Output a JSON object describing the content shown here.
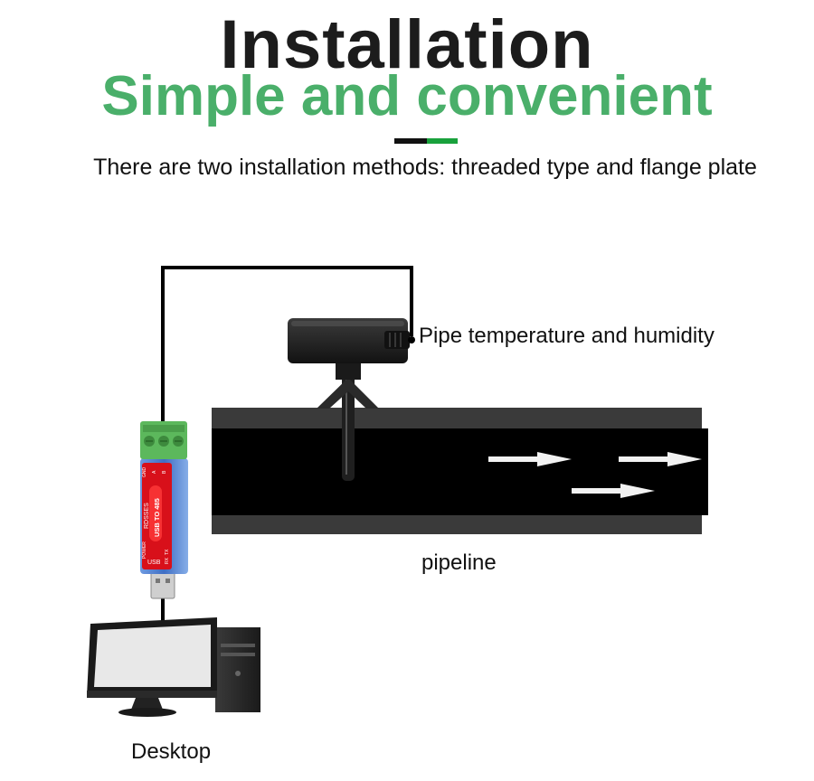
{
  "header": {
    "title": "Installation",
    "subtitle": "Simple and convenient",
    "description": "There are two installation methods: threaded type and flange plate"
  },
  "labels": {
    "sensor": "Pipe temperature and humidity",
    "pipeline": "pipeline",
    "desktop": "Desktop"
  },
  "converter": {
    "brand": "RDSSES",
    "model": "USB TO 485",
    "port": "USB",
    "led_power": "POWER",
    "led_tx": "TX",
    "led_rx": "RX",
    "pins": [
      "GND",
      "A",
      "B"
    ]
  },
  "colors": {
    "title": "#1c1c1c",
    "subtitle_green": "#4aaf6a",
    "divider_black": "#111111",
    "divider_green": "#19a13c",
    "pipe": "#000000",
    "pipe_wall": "#3a3a3a",
    "terminal_green": "#5cb85c",
    "converter_red": "#d8101a",
    "converter_blue": "#4a78c8"
  }
}
